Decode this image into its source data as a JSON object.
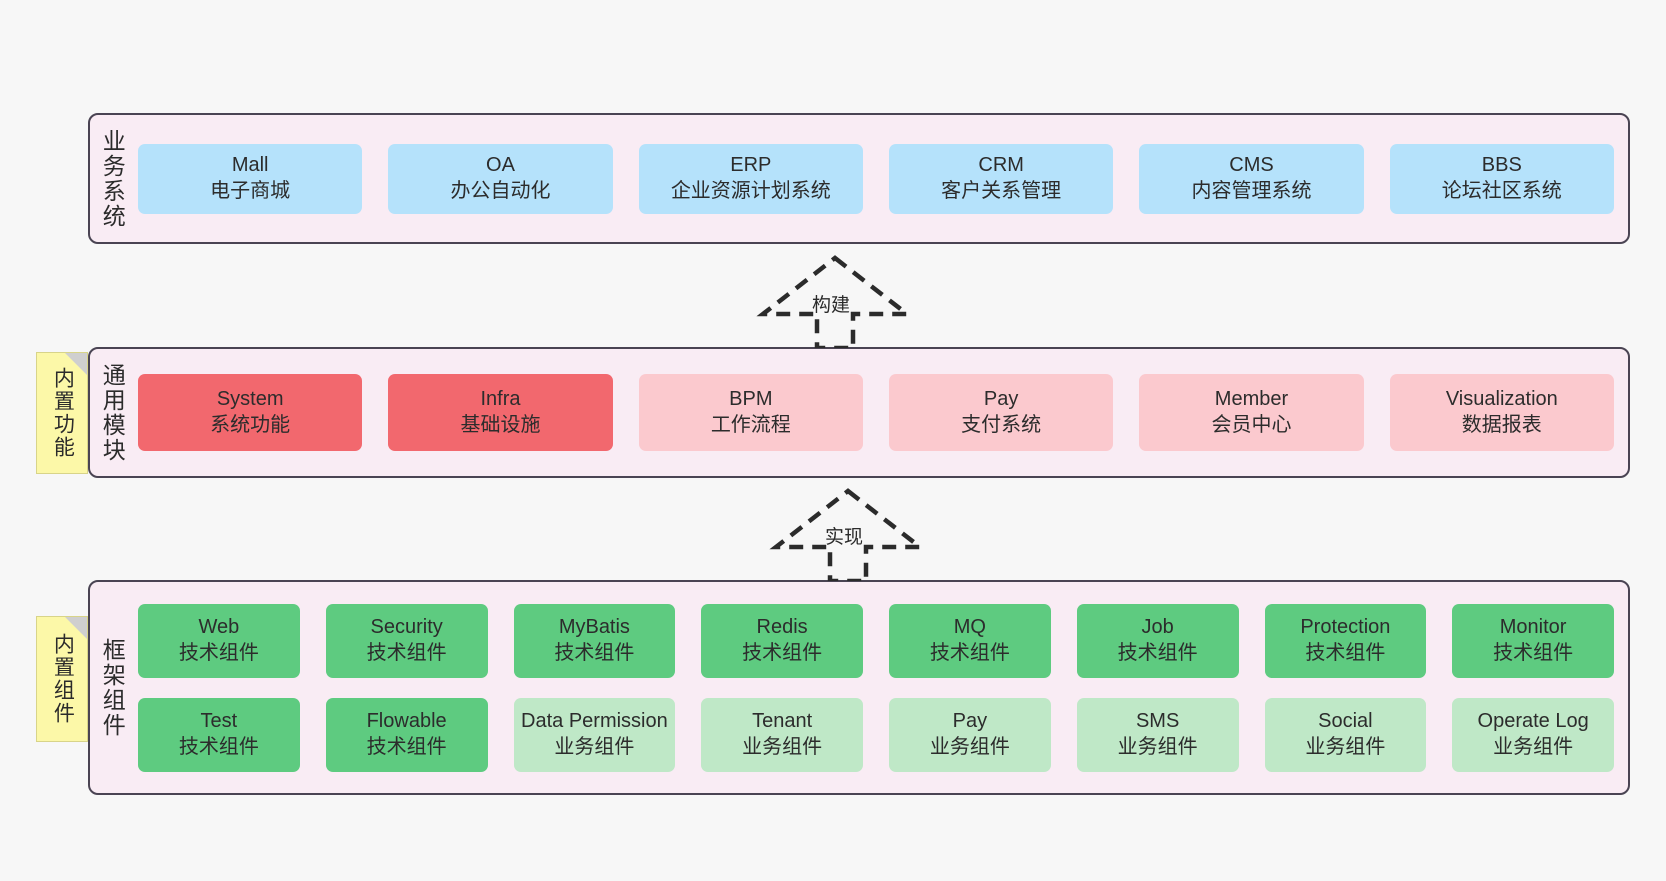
{
  "diagram": {
    "background_color": "#f7f7f7",
    "layer_background_color": "#f9ecf4",
    "layer_border_color": "#4a4453"
  },
  "layers": [
    {
      "id": "business",
      "title": "业务系统",
      "card_color": "#b5e2fb",
      "cards": [
        {
          "name": "Mall",
          "desc": "电子商城"
        },
        {
          "name": "OA",
          "desc": "办公自动化"
        },
        {
          "name": "ERP",
          "desc": "企业资源计划系统"
        },
        {
          "name": "CRM",
          "desc": "客户关系管理"
        },
        {
          "name": "CMS",
          "desc": "内容管理系统"
        },
        {
          "name": "BBS",
          "desc": "论坛社区系统"
        }
      ]
    },
    {
      "id": "modules",
      "title": "通用模块",
      "cards": [
        {
          "name": "System",
          "desc": "系统功能",
          "color": "#f2686e"
        },
        {
          "name": "Infra",
          "desc": "基础设施",
          "color": "#f2686e"
        },
        {
          "name": "BPM",
          "desc": "工作流程",
          "color": "#fbc9ce"
        },
        {
          "name": "Pay",
          "desc": "支付系统",
          "color": "#fbc9ce"
        },
        {
          "name": "Member",
          "desc": "会员中心",
          "color": "#fbc9ce"
        },
        {
          "name": "Visualization",
          "desc": "数据报表",
          "color": "#fbc9ce"
        }
      ]
    },
    {
      "id": "framework",
      "title": "框架组件",
      "row1_color": "#5ecb80",
      "row2_color": "#bfe8c7",
      "row1": [
        {
          "name": "Web",
          "desc": "技术组件"
        },
        {
          "name": "Security",
          "desc": "技术组件"
        },
        {
          "name": "MyBatis",
          "desc": "技术组件"
        },
        {
          "name": "Redis",
          "desc": "技术组件"
        },
        {
          "name": "MQ",
          "desc": "技术组件"
        },
        {
          "name": "Job",
          "desc": "技术组件"
        },
        {
          "name": "Protection",
          "desc": "技术组件"
        },
        {
          "name": "Monitor",
          "desc": "技术组件"
        }
      ],
      "row2": [
        {
          "name": "Test",
          "desc": "技术组件",
          "color": "#5ecb80"
        },
        {
          "name": "Flowable",
          "desc": "技术组件",
          "color": "#5ecb80"
        },
        {
          "name": "Data Permission",
          "desc": "业务组件",
          "color": "#bfe8c7"
        },
        {
          "name": "Tenant",
          "desc": "业务组件",
          "color": "#bfe8c7"
        },
        {
          "name": "Pay",
          "desc": "业务组件",
          "color": "#bfe8c7"
        },
        {
          "name": "SMS",
          "desc": "业务组件",
          "color": "#bfe8c7"
        },
        {
          "name": "Social",
          "desc": "业务组件",
          "color": "#bfe8c7"
        },
        {
          "name": "Operate Log",
          "desc": "业务组件",
          "color": "#bfe8c7"
        }
      ]
    }
  ],
  "notes": [
    {
      "id": "builtin-features",
      "label": "内置功能",
      "color": "#fcf8a8"
    },
    {
      "id": "builtin-components",
      "label": "内置组件",
      "color": "#fcf8a8"
    }
  ],
  "connectors": [
    {
      "id": "build",
      "label": "构建",
      "style": "dashed-generalization",
      "direction": "up"
    },
    {
      "id": "impl",
      "label": "实现",
      "style": "dashed-generalization",
      "direction": "up"
    }
  ]
}
